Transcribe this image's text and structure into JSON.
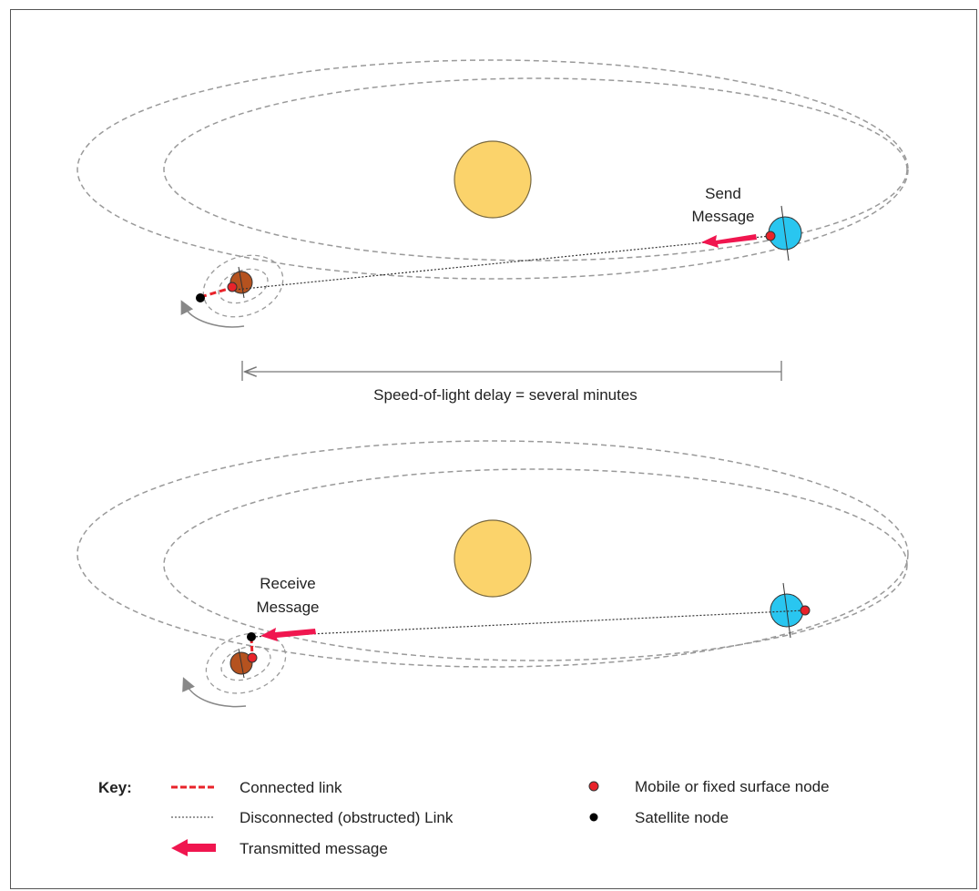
{
  "colors": {
    "sun": "#fbd36b",
    "sun_stroke": "#7a6a40",
    "earth": "#29c6f0",
    "mars": "#b5521f",
    "surface_node": "#e8232a",
    "satellite_node": "#000000",
    "message_arrow": "#f0164f",
    "orbit": "#9a9a9a",
    "connected_link": "#e8232a",
    "disconnected_link": "#333333"
  },
  "panel_top": {
    "label_line1": "Send",
    "label_line2": "Message"
  },
  "delay": {
    "label": "Speed-of-light delay = several minutes"
  },
  "panel_bottom": {
    "label_line1": "Receive",
    "label_line2": "Message"
  },
  "key": {
    "title": "Key:",
    "items": [
      {
        "label": "Connected link",
        "icon": "connected-link-icon"
      },
      {
        "label": "Disconnected (obstructed) Link",
        "icon": "disconnected-link-icon"
      },
      {
        "label": "Transmitted message",
        "icon": "message-arrow-icon"
      },
      {
        "label": "Mobile or fixed surface node",
        "icon": "surface-node-icon"
      },
      {
        "label": "Satellite node",
        "icon": "satellite-node-icon"
      }
    ]
  }
}
